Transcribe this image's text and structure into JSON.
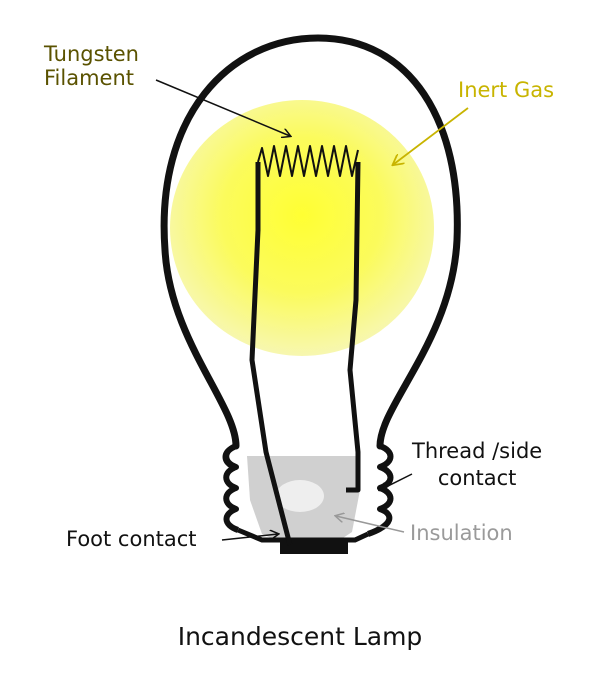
{
  "labels": {
    "tungsten_line1": "Tungsten",
    "tungsten_line2": "Filament",
    "inert_gas": "Inert Gas",
    "thread_line1": "Thread /side",
    "thread_line2": "contact",
    "foot_contact": "Foot contact",
    "insulation": "Insulation"
  },
  "caption": "Incandescent Lamp",
  "colors": {
    "glow": "#ffff33",
    "gas_label": "#c8b400",
    "filament_label": "#5a5200",
    "insulation_label": "#9a9a9a",
    "insulation_fill": "#d0d0d0",
    "outline": "#111111"
  }
}
